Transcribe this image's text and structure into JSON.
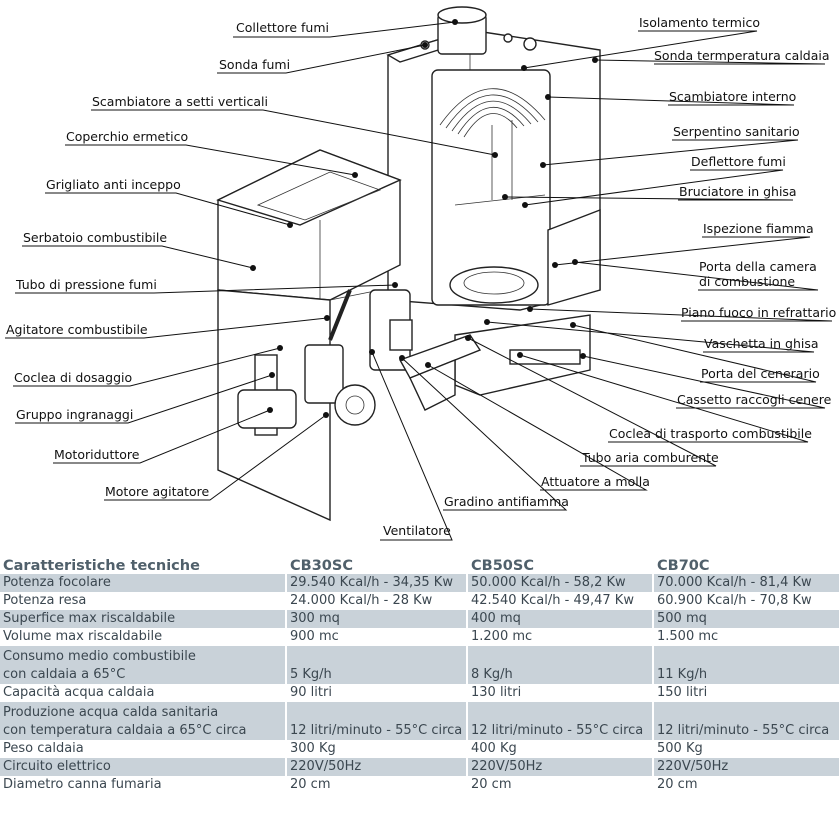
{
  "labels": {
    "collettore_fumi": "Collettore fumi",
    "sonda_fumi": "Sonda fumi",
    "scambiatore_setti": "Scambiatore a setti verticali",
    "coperchio_ermetico": "Coperchio ermetico",
    "grigliato": "Grigliato anti inceppo",
    "serbatoio": "Serbatoio combustibile",
    "tubo_pressione": "Tubo di pressione fumi",
    "agitatore": "Agitatore combustibile",
    "coclea_dosaggio": "Coclea di dosaggio",
    "gruppo_ingranaggi": "Gruppo ingranaggi",
    "motoriduttore": "Motoriduttore",
    "motore_agitatore": "Motore agitatore",
    "ventilatore": "Ventilatore",
    "gradino": "Gradino antifiamma",
    "attuatore": "Attuatore a molla",
    "tubo_aria": "Tubo aria comburente",
    "coclea_trasporto": "Coclea di trasporto combustibile",
    "cassetto": "Cassetto raccogli cenere",
    "porta_cenerario": "Porta del cenerario",
    "vaschetta": "Vaschetta in ghisa",
    "piano_fuoco": "Piano fuoco in refrattario",
    "porta_camera_1": "Porta della camera",
    "porta_camera_2": "di combustione",
    "ispezione": "Ispezione fiamma",
    "bruciatore": "Bruciatore in ghisa",
    "deflettore": "Deflettore fumi",
    "serpentino": "Serpentino sanitario",
    "scambiatore_interno": "Scambiatore interno",
    "sonda_temp": "Sonda termperatura caldaia",
    "isolamento": "Isolamento termico"
  },
  "table": {
    "headers": [
      "Caratteristiche tecniche",
      "CB30SC",
      "CB50SC",
      "CB70C"
    ],
    "rows": [
      {
        "label": [
          "Potenza focolare"
        ],
        "values": [
          "29.540 Kcal/h - 34,35 Kw",
          "50.000 Kcal/h - 58,2 Kw",
          "70.000 Kcal/h - 81,4 Kw"
        ]
      },
      {
        "label": [
          "Potenza resa"
        ],
        "values": [
          "24.000 Kcal/h - 28 Kw",
          "42.540 Kcal/h - 49,47 Kw",
          "60.900 Kcal/h - 70,8 Kw"
        ]
      },
      {
        "label": [
          "Superfice max riscaldabile"
        ],
        "values": [
          "300 mq",
          "400 mq",
          "500 mq"
        ]
      },
      {
        "label": [
          "Volume max riscaldabile"
        ],
        "values": [
          "900 mc",
          "1.200 mc",
          "1.500 mc"
        ]
      },
      {
        "label": [
          "Consumo medio combustibile",
          "con caldaia a 65°C"
        ],
        "values": [
          "5 Kg/h",
          "8 Kg/h",
          "11 Kg/h"
        ]
      },
      {
        "label": [
          "Capacità acqua caldaia"
        ],
        "values": [
          "90 litri",
          "130 litri",
          "150 litri"
        ]
      },
      {
        "label": [
          "Produzione acqua calda sanitaria",
          "con temperatura caldaia a 65°C circa"
        ],
        "values": [
          "12 litri/minuto - 55°C circa",
          "12 litri/minuto - 55°C circa",
          "12 litri/minuto - 55°C circa"
        ]
      },
      {
        "label": [
          "Peso caldaia"
        ],
        "values": [
          "300 Kg",
          "400 Kg",
          "500 Kg"
        ]
      },
      {
        "label": [
          "Circuito elettrico"
        ],
        "values": [
          "220V/50Hz",
          "220V/50Hz",
          "220V/50Hz"
        ]
      },
      {
        "label": [
          "Diametro canna fumaria"
        ],
        "values": [
          "20 cm",
          "20 cm",
          "20 cm"
        ]
      }
    ]
  }
}
